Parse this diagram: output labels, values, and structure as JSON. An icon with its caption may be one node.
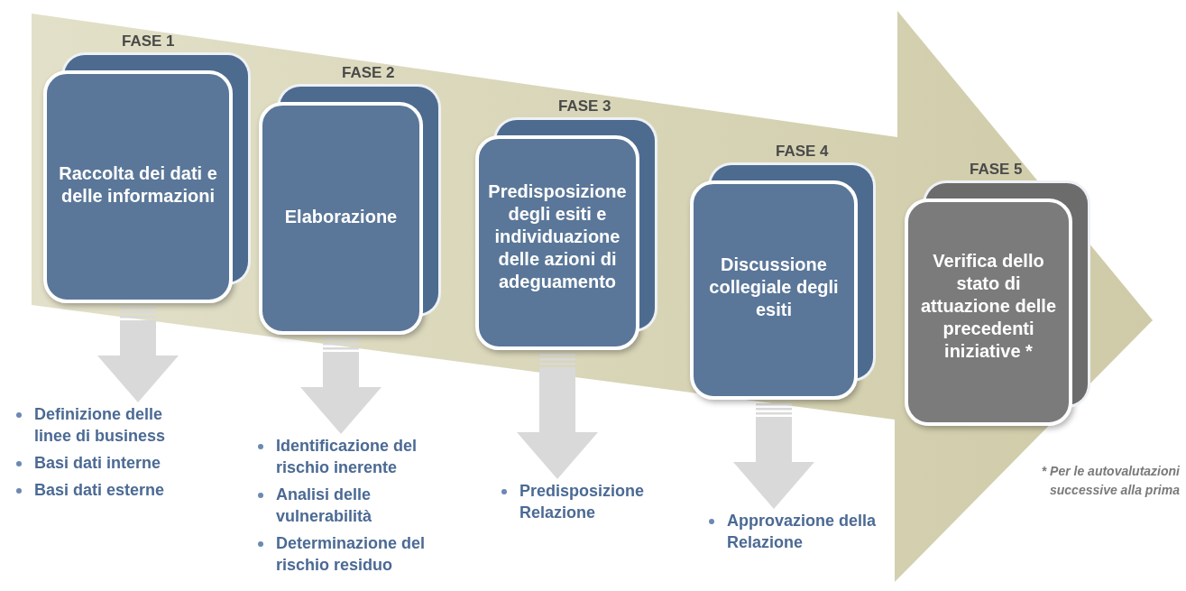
{
  "diagram": {
    "nodes": [
      {
        "text": [
          "FASE 1",
          "Raccolta dei dati e delle informazioni"
        ]
      },
      {
        "text": [
          "FASE 2",
          "Elaborazione"
        ]
      },
      {
        "text": [
          "FASE 3",
          "Predisposizione degli esiti e individuazione delle azioni di adeguamento"
        ]
      },
      {
        "text": [
          "FASE 4",
          "Discussione collegiale degli esiti"
        ]
      },
      {
        "text": [
          "FASE 5",
          "Verifica dello stato di attuazione delle precedenti iniziative *"
        ]
      },
      {
        "text": [
          "Definizione delle linee di business",
          "Basi dati interne",
          "Basi dati esterne"
        ]
      },
      {
        "text": [
          "Identificazione del rischio  inerente",
          "Analisi delle vulnerabilità",
          "Determinazione del rischio residuo"
        ]
      },
      {
        "text": [
          "Predisposizione Relazione"
        ]
      },
      {
        "text": [
          "Approvazione della Relazione"
        ]
      }
    ],
    "edges": [
      {
        "from": 0,
        "to": 5,
        "arrow": "to",
        "style": "thick"
      },
      {
        "from": 1,
        "to": 6,
        "arrow": "to",
        "style": "thick"
      },
      {
        "from": 2,
        "to": 7,
        "arrow": "to",
        "style": "thick"
      },
      {
        "from": 3,
        "to": 8,
        "arrow": "to",
        "style": "thick"
      }
    ],
    "labels": [
      "* Per le autovalutazioni successive alla prima"
    ]
  }
}
